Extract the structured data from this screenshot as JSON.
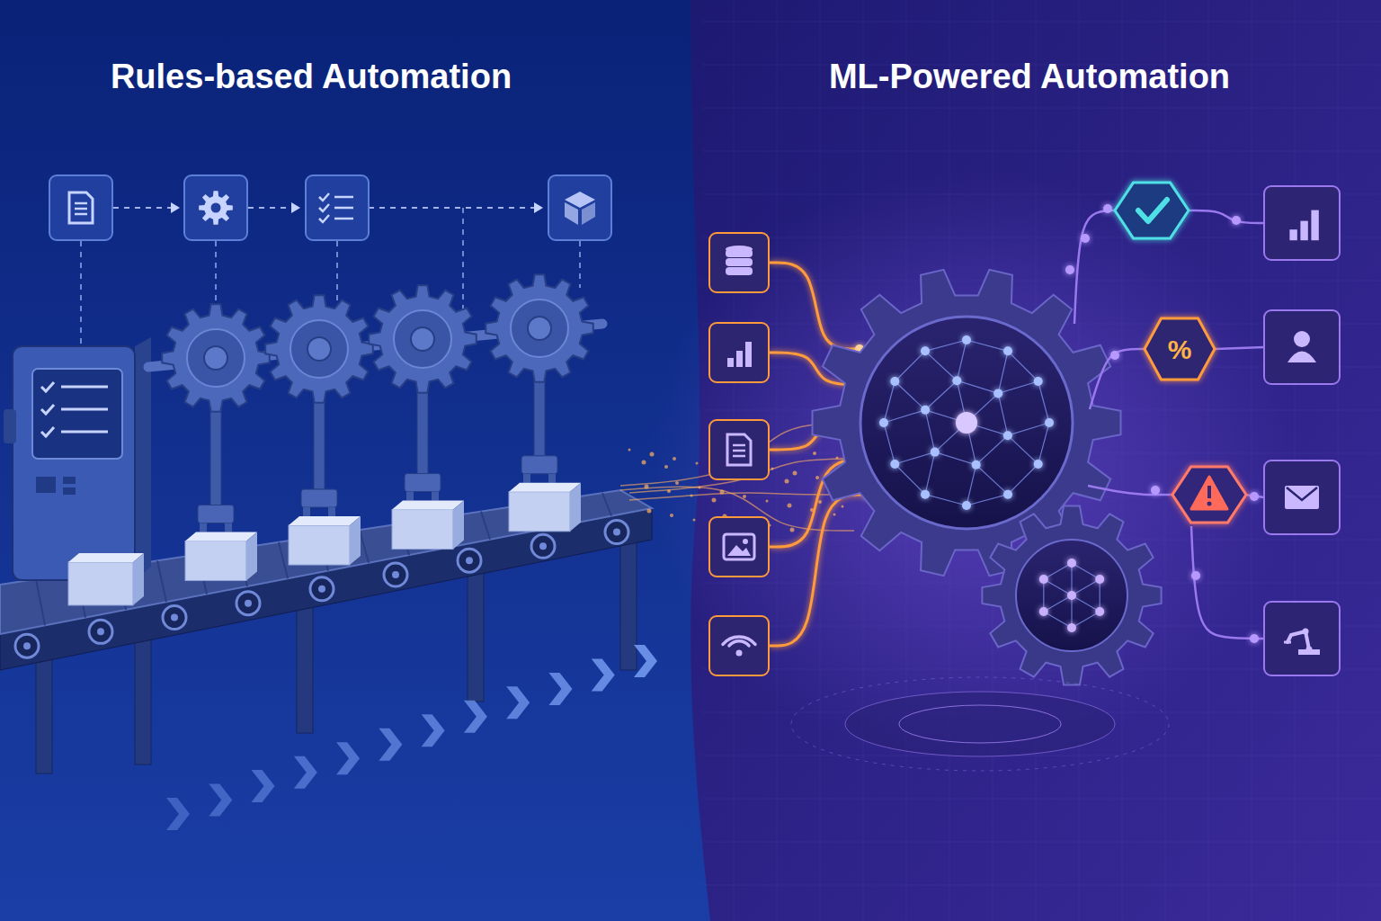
{
  "diagram": {
    "nodes": [
      {
        "text": [
          "%"
        ]
      }
    ],
    "labels": [
      "Rules-based Automation",
      "ML-Powered Automation"
    ]
  }
}
